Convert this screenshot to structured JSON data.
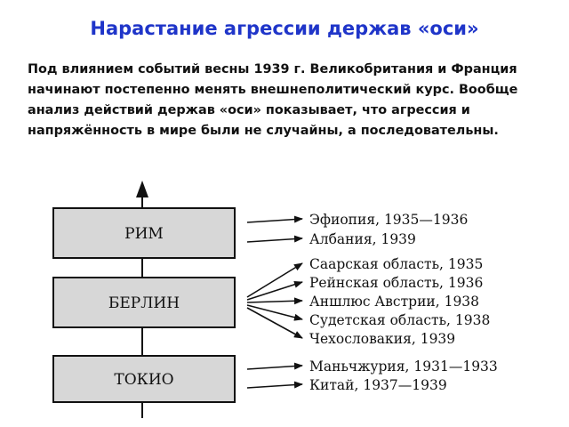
{
  "title": "Нарастание агрессии держав «оси»",
  "intro_text": "Под влиянием событий весны 1939 г. Великобритания и Франция начинают постепенно менять внешнеполитический курс. Вообще анализ действий держав «оси» показывает, что агрессия и напряжённость в мире были не случайны, а последовательны.",
  "colors": {
    "title": "#1f35c9",
    "box_fill": "#d7d7d7",
    "stroke": "#111111"
  },
  "diagram": {
    "powers": [
      {
        "label": "РИМ",
        "targets": [
          "Эфиопия, 1935—1936",
          "Албания, 1939"
        ]
      },
      {
        "label": "БЕРЛИН",
        "targets": [
          "Саарская область, 1935",
          "Рейнская область, 1936",
          "Аншлюс Австрии, 1938",
          "Судетская область, 1938",
          "Чехословакия, 1939"
        ]
      },
      {
        "label": "ТОКИО",
        "targets": [
          "Маньчжурия, 1931—1933",
          "Китай, 1937—1939"
        ]
      }
    ]
  }
}
